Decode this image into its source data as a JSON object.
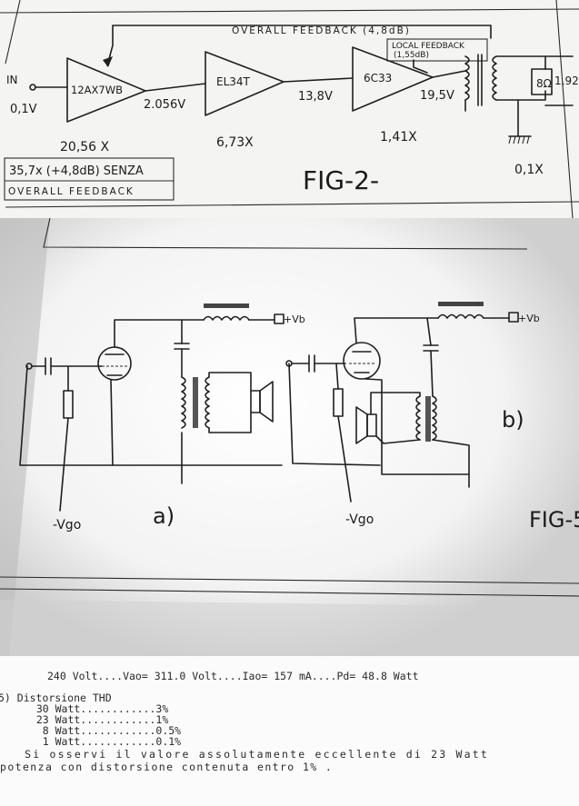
{
  "fig2": {
    "feedback_overall": "OVERALL FEEDBACK (4,8dB)",
    "feedback_local_1": "LOCAL FEEDBACK",
    "feedback_local_2": "(1,55dB)",
    "in_label": "IN",
    "in_voltage": "0,1V",
    "stage1_tube": "12AX7WB",
    "stage1_out": "2.056V",
    "stage1_gain": "20,56 X",
    "stage2_tube": "EL34T",
    "stage2_out": "13,8V",
    "stage2_gain": "6,73X",
    "stage3_tube": "6C33",
    "stage3_out": "19,5V",
    "stage3_gain": "1,41X",
    "load_label": "8Ω",
    "out_level": "1,92",
    "output_gain": "0,1X",
    "note_line1": "35,7x (+4,8dB) SENZA",
    "note_line2": "OVERALL FEEDBACK",
    "title": "FIG-2-"
  },
  "fig5": {
    "vb_a": "+Vb",
    "vb_b": "+Vb",
    "vg_a": "-Vgo",
    "vg_b": "-Vgo",
    "label_a": "a)",
    "label_b": "b)",
    "title": "FIG-5"
  },
  "text": {
    "line1": "240 Volt....Vao= 311.0 Volt....Iao= 157 mA....Pd= 48.8 Watt",
    "line2": "5) Distorsione THD",
    "thd": [
      "  30 Watt............3%",
      "  23 Watt............1%",
      "   8 Watt............0.5%",
      "   1 Watt............0.1%"
    ],
    "line7": " Si osservi il valore assolutamente eccellente di 23 Watt",
    "line8": "potenza con distorsione contenuta entro 1% ."
  }
}
